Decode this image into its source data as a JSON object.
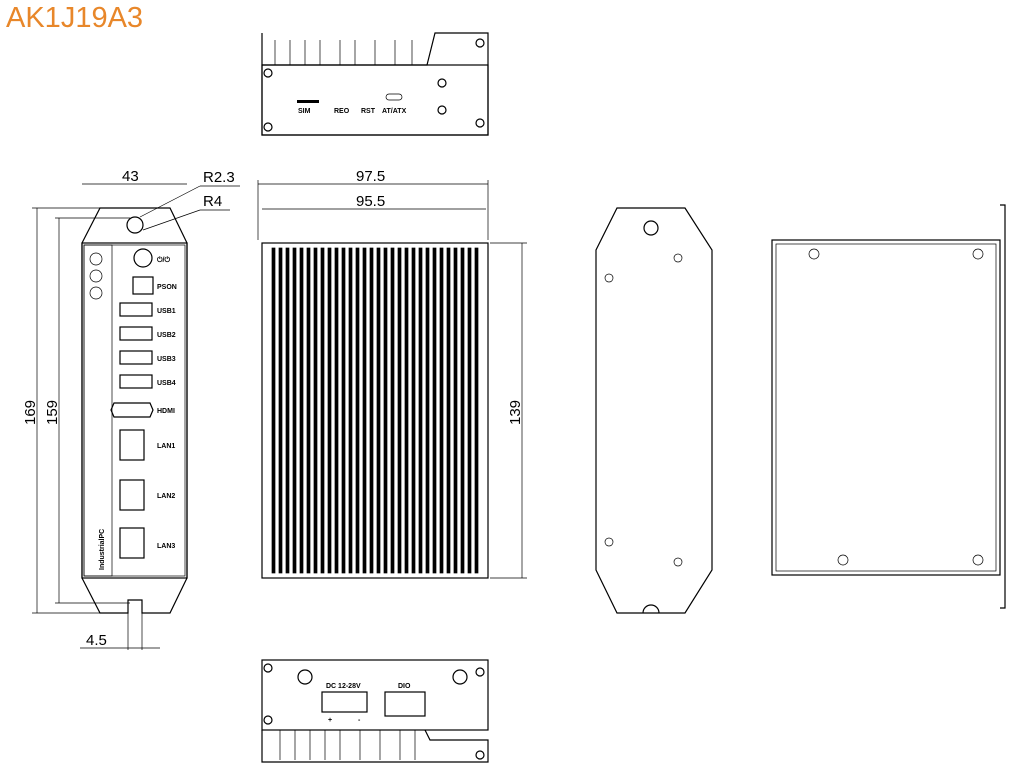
{
  "title": "AK1J19A3",
  "title_color": "#e8872a",
  "dimensions": {
    "width_front": "43",
    "radius_small": "R2.3",
    "radius_large": "R4",
    "height_overall": "169",
    "height_body": "159",
    "slot_width": "4.5",
    "depth_overall": "97.5",
    "depth_body": "95.5",
    "height_heatsink": "139"
  },
  "front_ports": [
    "⏻/⏻",
    "PSON",
    "USB1",
    "USB2",
    "USB3",
    "USB4",
    "HDMI",
    "LAN1",
    "LAN2",
    "LAN3"
  ],
  "front_brand": "IndustrialPC",
  "top_panel": {
    "sim": "SIM",
    "reo": "REO",
    "rst": "RST",
    "at_atx": "AT/ATX"
  },
  "bottom_panel": {
    "power": "DC 12-28V",
    "dio": "DIO",
    "plus": "+",
    "minus": "-"
  }
}
